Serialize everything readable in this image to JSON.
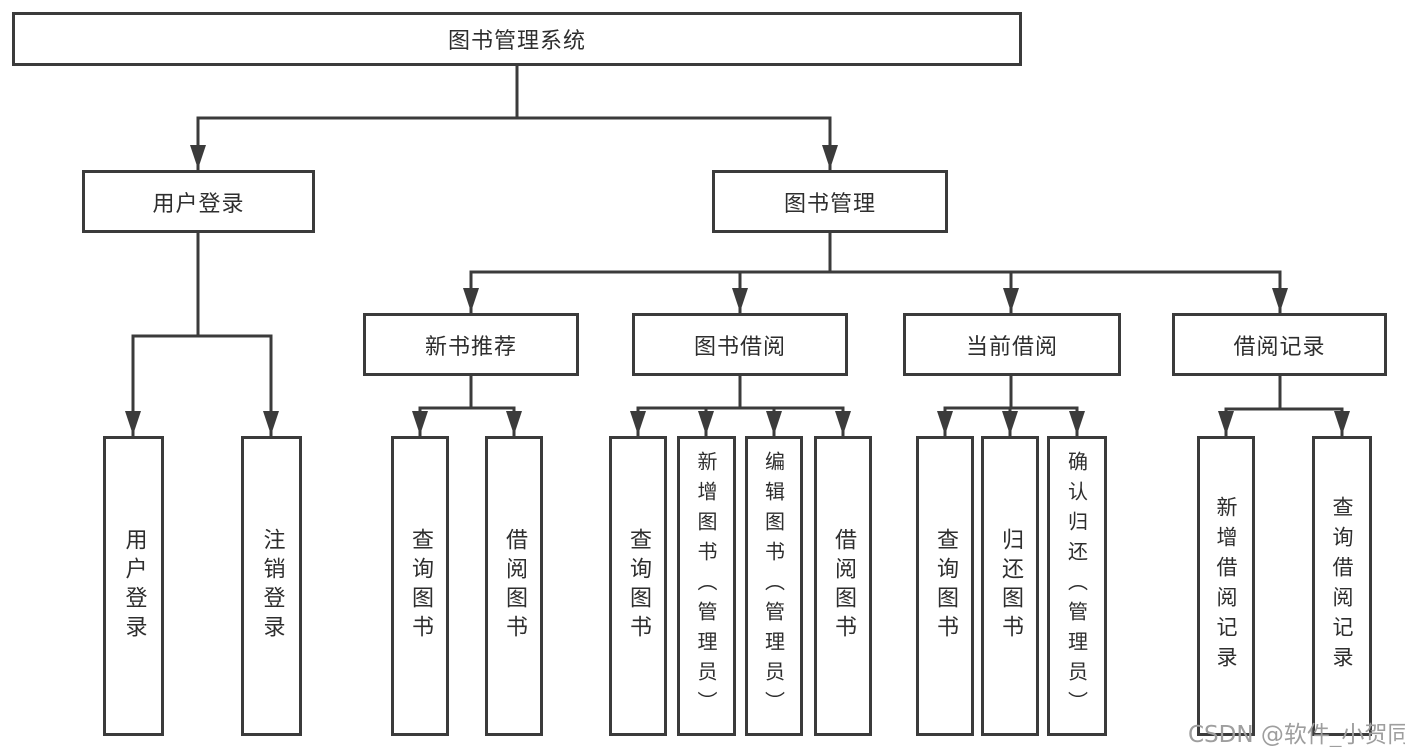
{
  "colors": {
    "line": "#3b3b3b",
    "text": "#2e2e2e",
    "box_bg": "#ffffff",
    "watermark": "#9e9e9e",
    "background": "#ffffff"
  },
  "watermark": "CSDN @软件_小贺同学",
  "tree": {
    "root": "图书管理系统",
    "level2": [
      {
        "label": "用户登录",
        "children": [
          "用户登录",
          "注销登录"
        ]
      },
      {
        "label": "图书管理",
        "groups": [
          {
            "label": "新书推荐",
            "children": [
              "查询图书",
              "借阅图书"
            ]
          },
          {
            "label": "图书借阅",
            "children": [
              "查询图书",
              "新增图书（管理员）",
              "编辑图书（管理员）",
              "借阅图书"
            ]
          },
          {
            "label": "当前借阅",
            "children": [
              "查询图书",
              "归还图书",
              "确认归还（管理员）"
            ]
          },
          {
            "label": "借阅记录",
            "children": [
              "新增借阅记录",
              "查询借阅记录"
            ]
          }
        ]
      }
    ]
  }
}
